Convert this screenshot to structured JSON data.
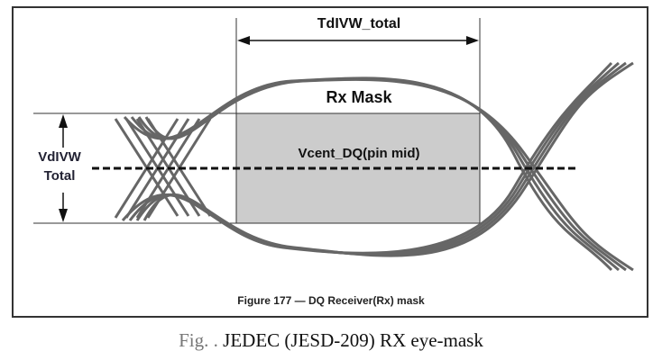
{
  "diagram": {
    "width_label": "TdIVW_total",
    "mask_label": "Rx Mask",
    "center_label": "Vcent_DQ(pin mid)",
    "height_label_line1": "VdIVW",
    "height_label_line2": "Total",
    "figure_caption": "Figure 177 — DQ Receiver(Rx) mask",
    "mask_fill": "#cccccc",
    "trace_color": "#666666"
  },
  "caption": {
    "prefix": "Fig. .",
    "text": "JEDEC (JESD-209) RX eye-mask"
  }
}
